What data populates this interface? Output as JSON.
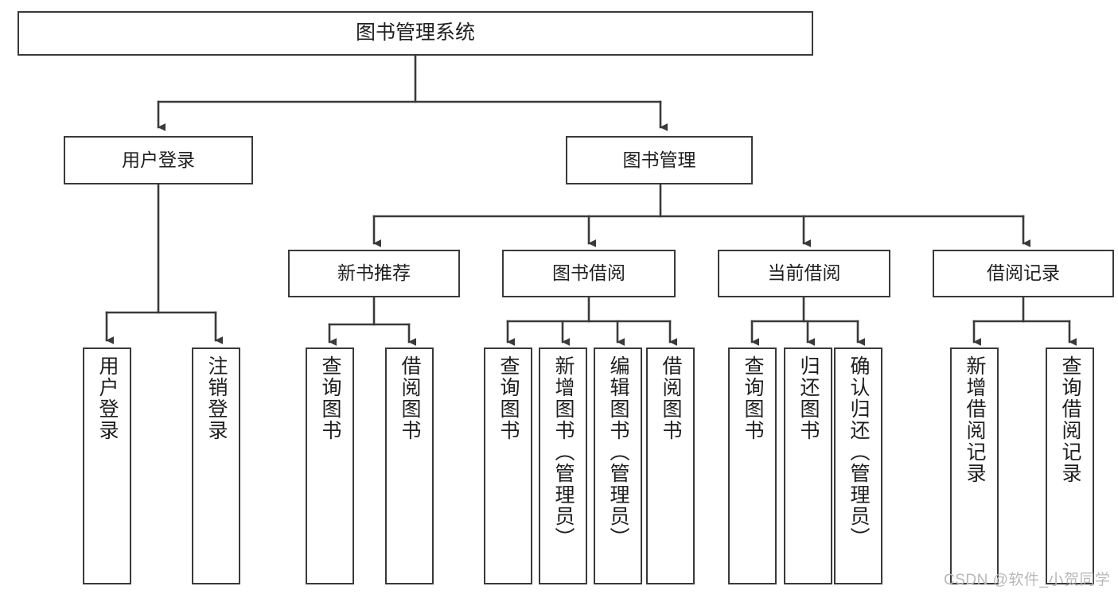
{
  "diagram": {
    "type": "tree",
    "title": "图书管理系统",
    "watermark": "CSDN @软件_小贺同学",
    "colors": {
      "stroke": "#3a3a3a",
      "box_fill": "#ffffff",
      "text": "#1f1f1f",
      "watermark": "#b9b9b9"
    },
    "nodes": {
      "root": {
        "label": "图书管理系统"
      },
      "level1": [
        {
          "id": "user-login",
          "label": "用户登录"
        },
        {
          "id": "book-manage",
          "label": "图书管理"
        }
      ],
      "level2": [
        {
          "id": "new-book-recommend",
          "label": "新书推荐"
        },
        {
          "id": "book-borrow",
          "label": "图书借阅"
        },
        {
          "id": "current-borrow",
          "label": "当前借阅"
        },
        {
          "id": "borrow-record",
          "label": "借阅记录"
        }
      ],
      "leaves": {
        "user_login": [
          {
            "id": "leaf-user-login",
            "label": "用户登录"
          },
          {
            "id": "leaf-logout-login",
            "label": "注销登录"
          }
        ],
        "new_book_recommend": [
          {
            "id": "leaf-query-book-1",
            "label": "查询图书"
          },
          {
            "id": "leaf-borrow-book-1",
            "label": "借阅图书"
          }
        ],
        "book_borrow": [
          {
            "id": "leaf-query-book-2",
            "label": "查询图书"
          },
          {
            "id": "leaf-add-book",
            "label": "新增图书（管理员）"
          },
          {
            "id": "leaf-edit-book",
            "label": "编辑图书（管理员）"
          },
          {
            "id": "leaf-borrow-book-2",
            "label": "借阅图书"
          }
        ],
        "current_borrow": [
          {
            "id": "leaf-query-book-3",
            "label": "查询图书"
          },
          {
            "id": "leaf-return-book",
            "label": "归还图书"
          },
          {
            "id": "leaf-confirm-return",
            "label": "确认归还（管理员）"
          }
        ],
        "borrow_record": [
          {
            "id": "leaf-add-record",
            "label": "新增借阅记录"
          },
          {
            "id": "leaf-query-record",
            "label": "查询借阅记录"
          }
        ]
      }
    }
  }
}
